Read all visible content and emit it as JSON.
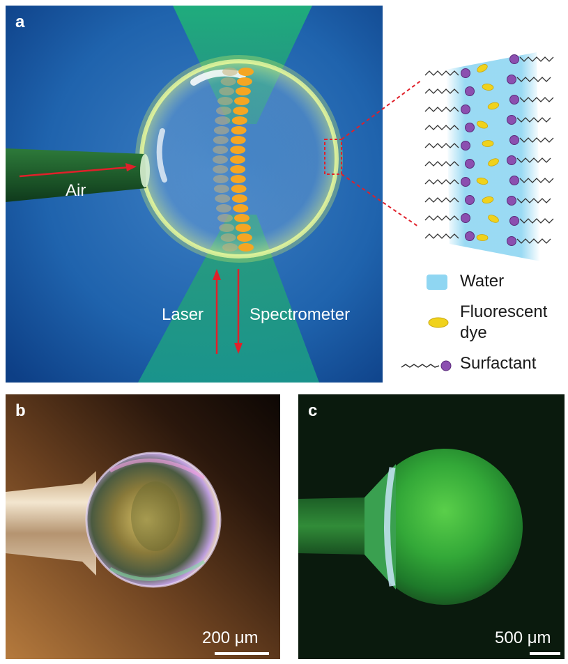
{
  "panels": {
    "a": {
      "label": "a"
    },
    "b": {
      "label": "b",
      "scale_bar": "200 μm"
    },
    "c": {
      "label": "c",
      "scale_bar": "500 μm"
    }
  },
  "schematic": {
    "air_label": "Air",
    "laser_label": "Laser",
    "spectrometer_label": "Spectrometer"
  },
  "legend": {
    "water": "Water",
    "dye_line1": "Fluorescent",
    "dye_line2": "dye",
    "surfactant": "Surfactant"
  },
  "colors": {
    "background_blue": "#1b5fa8",
    "laser_green": "#2fae6a",
    "dye_orange": "#f5a623",
    "dye_yellow": "#f0d21c",
    "surfactant_purple": "#8b4fb0",
    "water_blue": "#8fd6f2",
    "arrow_red": "#e0202a",
    "zoom_dash": "#e0202a"
  }
}
